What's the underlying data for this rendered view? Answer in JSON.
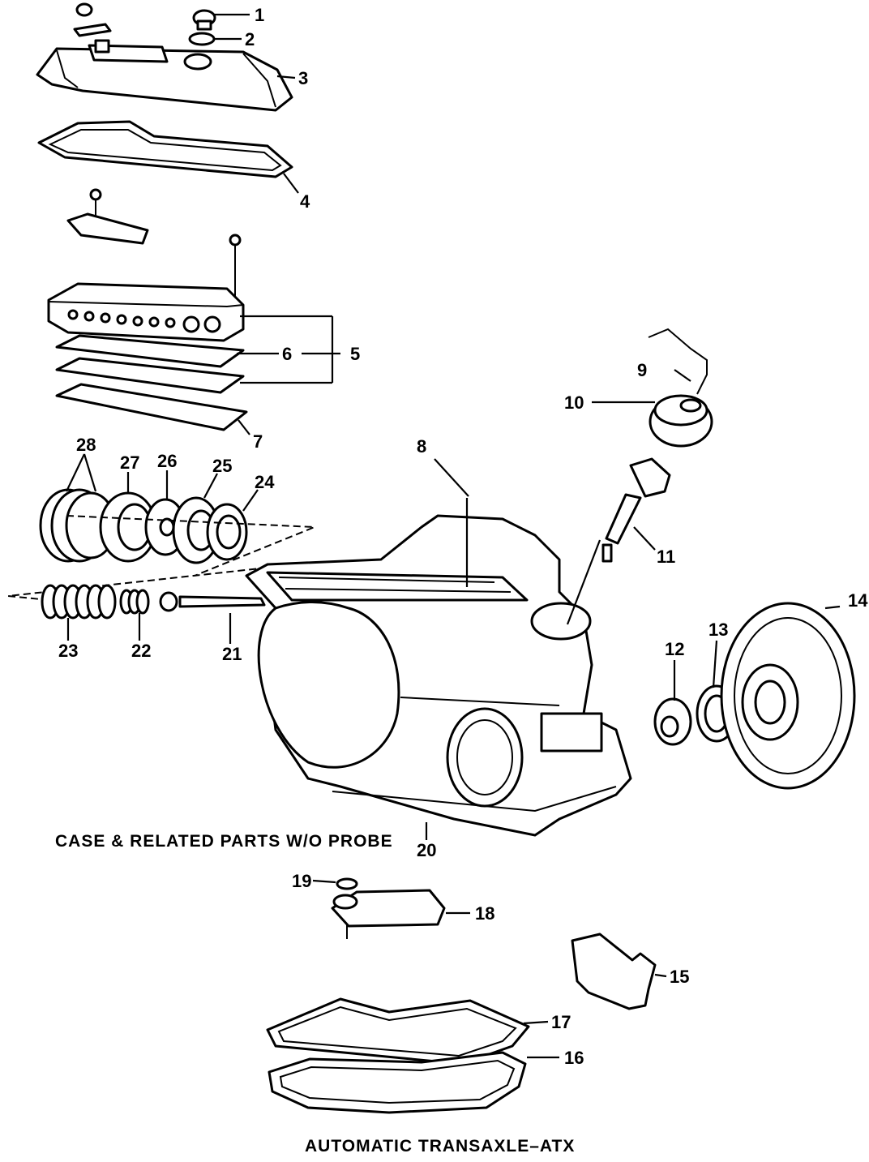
{
  "captions": {
    "section": "CASE & RELATED PARTS W/O PROBE",
    "title": "AUTOMATIC TRANSAXLE–ATX"
  },
  "callouts": {
    "c1": "1",
    "c2": "2",
    "c3": "3",
    "c4": "4",
    "c5": "5",
    "c6": "6",
    "c7": "7",
    "c8": "8",
    "c9": "9",
    "c10": "10",
    "c11": "11",
    "c12": "12",
    "c13": "13",
    "c14": "14",
    "c15": "15",
    "c16": "16",
    "c17": "17",
    "c18": "18",
    "c19": "19",
    "c20": "20",
    "c21": "21",
    "c22": "22",
    "c23": "23",
    "c24": "24",
    "c25": "25",
    "c26": "26",
    "c27": "27",
    "c28": "28"
  }
}
